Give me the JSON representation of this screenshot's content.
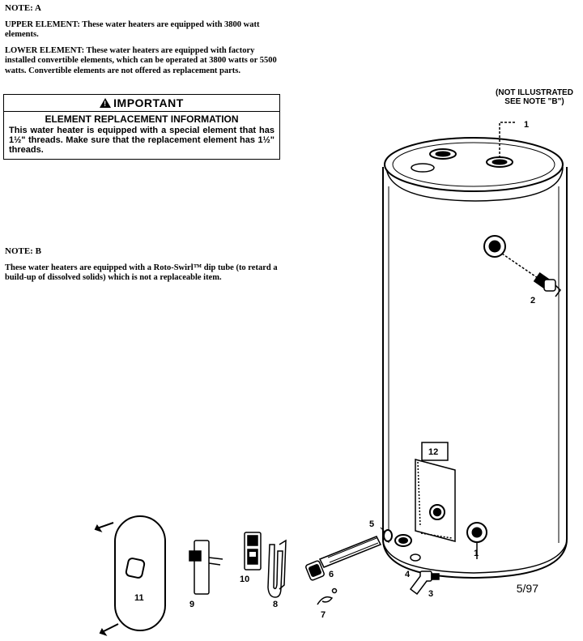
{
  "note_a": {
    "heading": "NOTE: A",
    "upper": "UPPER ELEMENT: These water heaters are equipped with 3800 watt elements.",
    "lower": "LOWER ELEMENT: These water heaters are equipped with factory installed convertible elements, which can be operated at 3800 watts or 5500 watts. Convertible elements are not offered as replacement parts."
  },
  "important": {
    "title": "IMPORTANT",
    "subtitle": "ELEMENT REPLACEMENT INFORMATION",
    "body": "This water heater is equipped with a special element that has 1½\" threads. Make sure that the replacement element has 1½\" threads."
  },
  "note_b": {
    "heading": "NOTE: B",
    "body": "These water heaters are equipped with a Roto-Swirl™ dip tube (to retard a build-up of dissolved solids) which is not a replaceable item."
  },
  "callout": {
    "line1": "(NOT ILLUSTRATED",
    "line2": "SEE NOTE \"B\")"
  },
  "part_labels": {
    "p1_top": "1",
    "p1_bottom": "1",
    "p2": "2",
    "p3": "3",
    "p4": "4",
    "p5": "5",
    "p6": "6",
    "p7": "7",
    "p8": "8",
    "p9": "9",
    "p10": "10",
    "p11": "11",
    "p12": "12"
  },
  "date_stamp": "5/97"
}
